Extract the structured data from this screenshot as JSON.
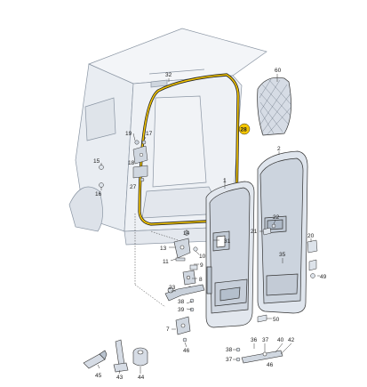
{
  "labels": {
    "l32": "32",
    "l60": "60",
    "l28": "28",
    "l2": "2",
    "l1": "1",
    "l19": "19",
    "l17": "17",
    "l18": "18",
    "l15": "15",
    "l16": "16",
    "l27": "27",
    "l14": "14",
    "l31": "31",
    "l13": "13",
    "l10": "10",
    "l11": "11",
    "l9": "9",
    "l22": "22",
    "l21": "21",
    "l20": "20",
    "l35": "35",
    "l8": "8",
    "l23": "23",
    "l38": "38",
    "l39": "39",
    "l49": "49",
    "l50": "50",
    "l7": "7",
    "l46a": "46",
    "l36": "36",
    "l37": "37",
    "l40": "40",
    "l42": "42",
    "l46b": "46",
    "l38b": "38",
    "l37b": "37",
    "l45": "45",
    "l43": "43",
    "l44": "44"
  },
  "highlight": {
    "part": "28",
    "color": "#f5c600"
  },
  "colors": {
    "line": "#333333",
    "door_fill": "#e2e7ee",
    "door_shade": "#c8cfd9",
    "van_fill": "#eef1f5"
  }
}
